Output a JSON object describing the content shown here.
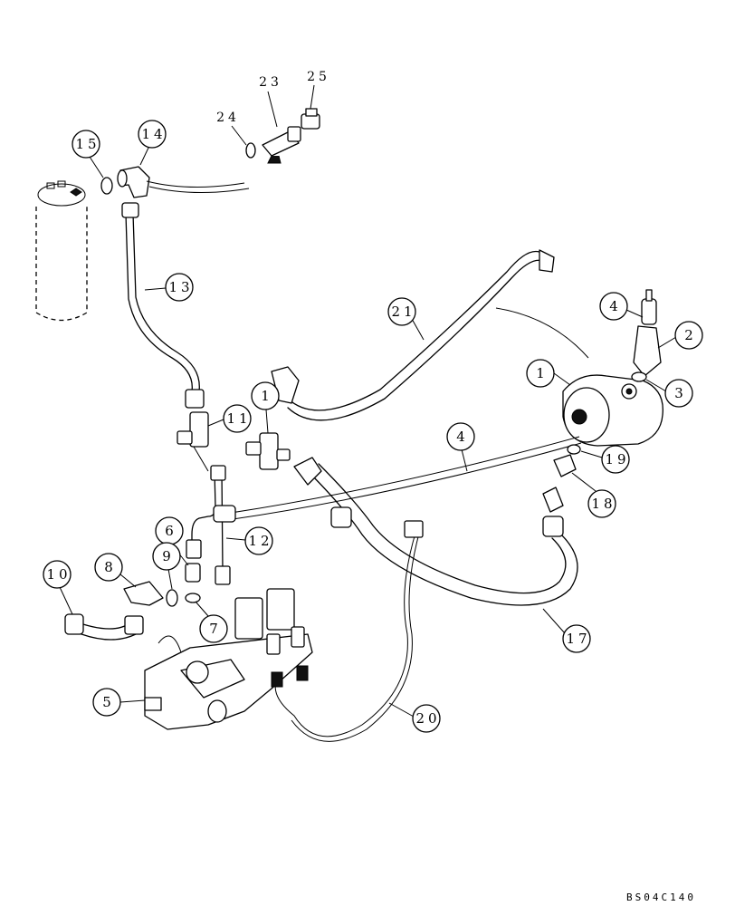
{
  "callouts": {
    "c1a": "1",
    "c1b": "1",
    "c2": "2",
    "c3": "3",
    "c4a": "4",
    "c4b": "4",
    "c5": "5",
    "c6": "6",
    "c7": "7",
    "c8": "8",
    "c9": "9",
    "c10": "10",
    "c11": "11",
    "c12": "12",
    "c13": "13",
    "c14": "14",
    "c15": "15",
    "c17": "17",
    "c18": "18",
    "c19": "19",
    "c20": "20",
    "c21": "21"
  },
  "labels": {
    "l23": "23",
    "l24": "24",
    "l25": "25"
  },
  "drawing_id": "BS04C140"
}
